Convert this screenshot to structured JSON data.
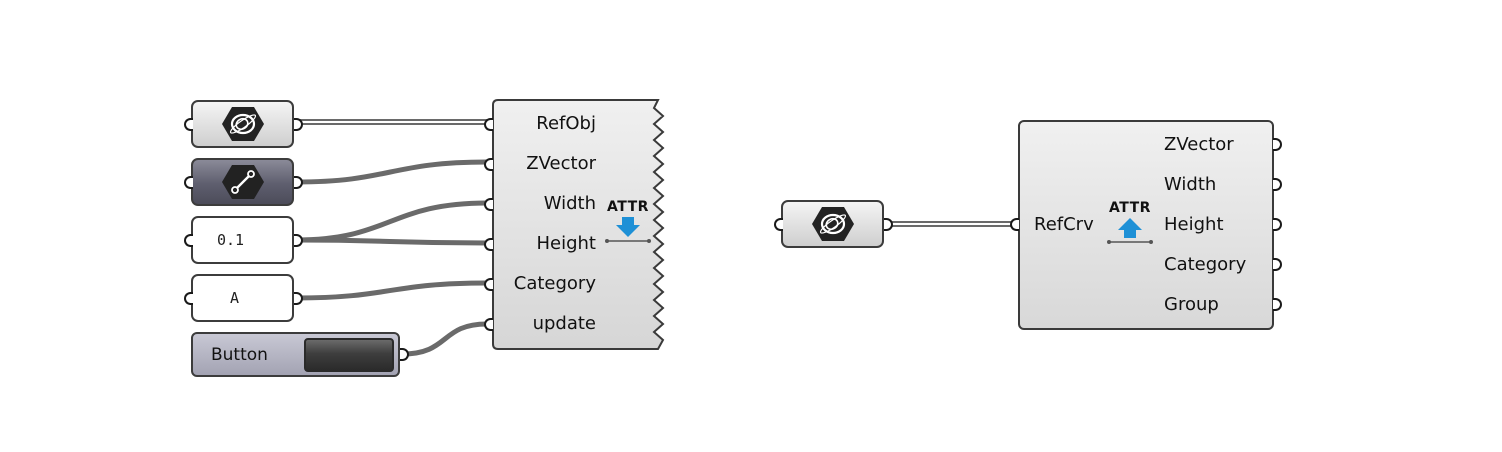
{
  "canvas": {
    "background": "#ffffff",
    "wire_color": "#6a6a6a",
    "accent_blue": "#1e90d6"
  },
  "input_nodes": [
    {
      "name": "geometry-param",
      "icon": "geometry-param-icon",
      "style": "light"
    },
    {
      "name": "vector-param",
      "icon": "vector-param-icon",
      "style": "dark"
    },
    {
      "name": "number-panel",
      "value": "0.1"
    },
    {
      "name": "text-panel",
      "value": "A"
    },
    {
      "name": "button",
      "label": "Button"
    }
  ],
  "set_component": {
    "icon": "attr-set-icon",
    "icon_text": "ATTR",
    "inputs": [
      "RefObj",
      "ZVector",
      "Width",
      "Height",
      "Category",
      "update"
    ]
  },
  "curve_param": {
    "icon": "curve-param-icon"
  },
  "get_component": {
    "icon": "attr-get-icon",
    "icon_text": "ATTR",
    "inputs": [
      "RefCrv"
    ],
    "outputs": [
      "ZVector",
      "Width",
      "Height",
      "Category",
      "Group"
    ]
  }
}
